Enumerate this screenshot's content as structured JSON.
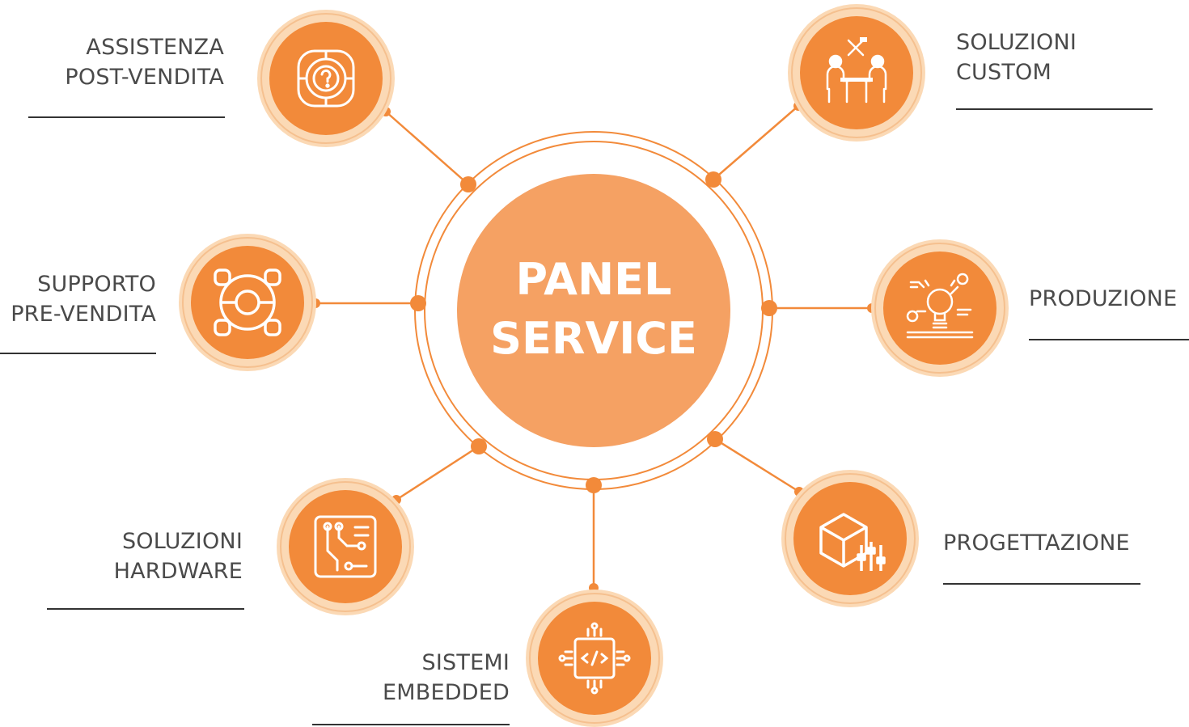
{
  "colors": {
    "accent": "#f28a3a",
    "accent_light": "#f5a163",
    "halo": "#fbd9b5",
    "connector": "#f28a3a",
    "text": "#4a4a4a",
    "rule": "#333333"
  },
  "hub": {
    "line1": "PANEL",
    "line2": "SERVICE"
  },
  "nodes": [
    {
      "id": "assistenza",
      "icon": "question-target-icon",
      "label_lines": [
        "ASSISTENZA",
        "POST-VENDITA"
      ]
    },
    {
      "id": "supporto",
      "icon": "lifebuoy-icon",
      "label_lines": [
        "SUPPORTO",
        "PRE-VENDITA"
      ]
    },
    {
      "id": "hardware",
      "icon": "circuit-board-icon",
      "label_lines": [
        "SOLUZIONI",
        "HARDWARE"
      ]
    },
    {
      "id": "embedded",
      "icon": "chip-code-icon",
      "label_lines": [
        "SISTEMI",
        "EMBEDDED"
      ]
    },
    {
      "id": "progettazione",
      "icon": "cube-sliders-icon",
      "label_lines": [
        "PROGETTAZIONE"
      ]
    },
    {
      "id": "produzione",
      "icon": "lightbulb-assembly-icon",
      "label_lines": [
        "PRODUZIONE"
      ]
    },
    {
      "id": "custom",
      "icon": "meeting-tools-icon",
      "label_lines": [
        "SOLUZIONI",
        "CUSTOM"
      ]
    }
  ]
}
